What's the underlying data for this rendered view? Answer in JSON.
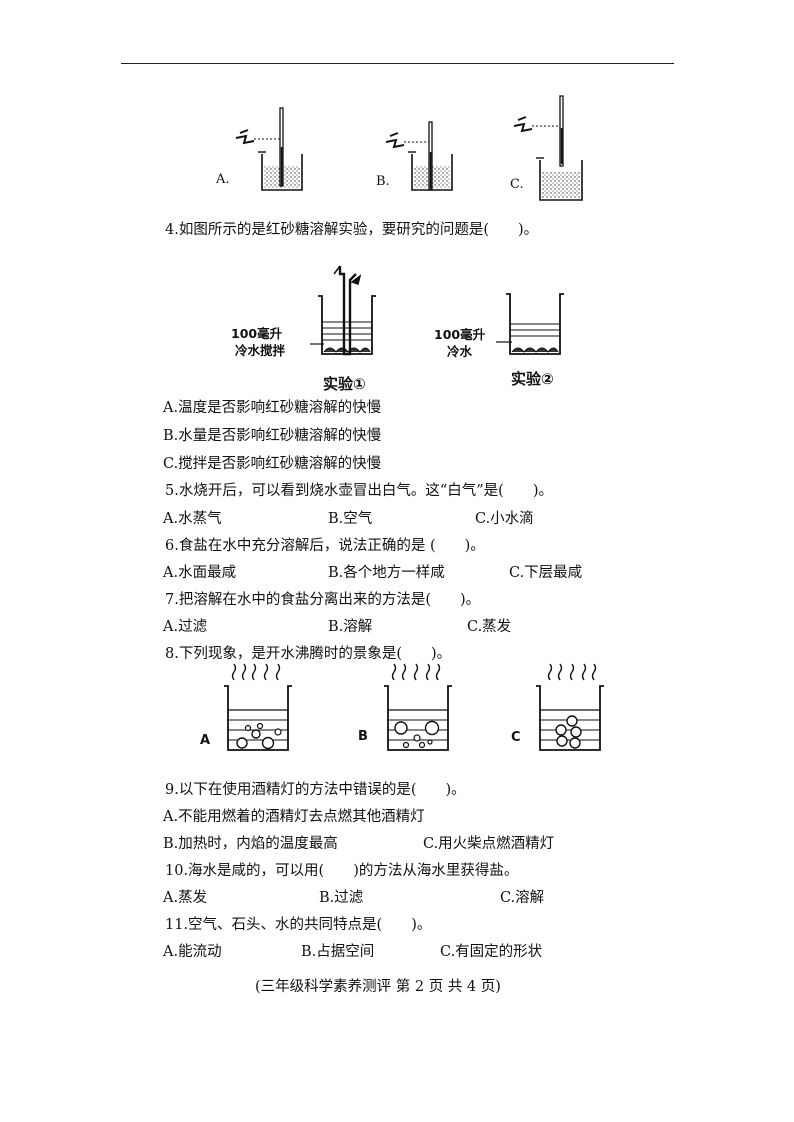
{
  "fig_thermo": {
    "labels": [
      "A.",
      "B.",
      "C."
    ]
  },
  "q4": {
    "stem": "4.如图所示的是红砂糖溶解实验，要研究的问题是(　　)。",
    "exp1_water_line1": "100毫升",
    "exp1_water_line2": "冷水搅拌",
    "exp1_caption": "实验①",
    "exp2_water_line1": "100毫升",
    "exp2_water_line2": "冷水",
    "exp2_caption": "实验②",
    "options": [
      "A.温度是否影响红砂糖溶解的快慢",
      "B.水量是否影响红砂糖溶解的快慢",
      "C.搅拌是否影响红砂糖溶解的快慢"
    ]
  },
  "q5": {
    "stem": "5.水烧开后，可以看到烧水壶冒出白气。这“白气”是(　　)。",
    "options": [
      "A.水蒸气",
      "B.空气",
      "C.小水滴"
    ]
  },
  "q6": {
    "stem": "6.食盐在水中充分溶解后，说法正确的是 (　　)。",
    "options": [
      "A.水面最咸",
      "B.各个地方一样咸",
      "C.下层最咸"
    ]
  },
  "q7": {
    "stem": "7.把溶解在水中的食盐分离出来的方法是(　　)。",
    "options": [
      "A.过滤",
      "B.溶解",
      "C.蒸发"
    ]
  },
  "q8": {
    "stem": "8.下列现象，是开水沸腾时的景象是(　　)。",
    "labels": [
      "A",
      "B",
      "C"
    ]
  },
  "q9": {
    "stem": "9.以下在使用酒精灯的方法中错误的是(　　)。",
    "options": [
      "A.不能用燃着的酒精灯去点燃其他酒精灯",
      "B.加热时，内焰的温度最高",
      "C.用火柴点燃酒精灯"
    ]
  },
  "q10": {
    "stem": "10.海水是咸的，可以用(　　)的方法从海水里获得盐。",
    "options": [
      "A.蒸发",
      "B.过滤",
      "C.溶解"
    ]
  },
  "q11": {
    "stem": "11.空气、石头、水的共同特点是(　　)。",
    "options": [
      "A.能流动",
      "B.占据空间",
      "C.有固定的形状"
    ]
  },
  "footer": "(三年级科学素养测评  第 2 页  共 4 页)"
}
